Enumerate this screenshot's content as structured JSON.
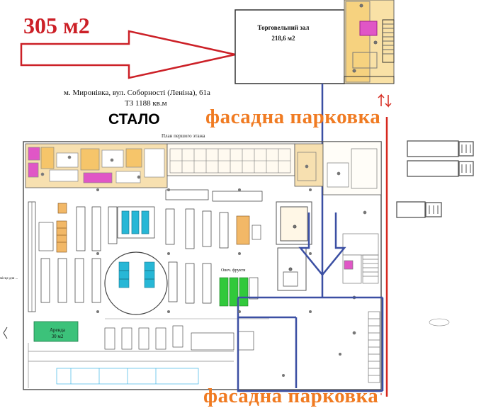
{
  "labels": {
    "area_big": "305 м2",
    "address": "м. Миронівка, вул. Соборності (Леніна), 61а",
    "total_area": "ТЗ 1188 кв.м",
    "became": "СТАЛО",
    "parking_top": "фасадна парковка",
    "parking_bottom": "фасадна парковка",
    "hall_title": "Торговельний зал",
    "hall_area": "218,6 м2",
    "floor_title": "План першого этажа",
    "rent_label": "Аренда",
    "rent_area": "30 м2",
    "fruit_label": "Овоч. фрукти",
    "side_label": "місце для ..."
  },
  "colors": {
    "arrow": "#cc2027",
    "parking_text": "#f07b22",
    "new_area_outline": "#3b4fa3",
    "plan_lines": "#555555",
    "red_line": "#d6281e",
    "green_display": "#31c93b",
    "cyan_display": "#27b7d6",
    "magenta": "#d61fb0",
    "orange_fill": "#f2b867",
    "rent_fill": "#3cc27a"
  },
  "icons": {
    "trucks": "truck-icon",
    "entry_arrows": "double-arrow-icon"
  }
}
